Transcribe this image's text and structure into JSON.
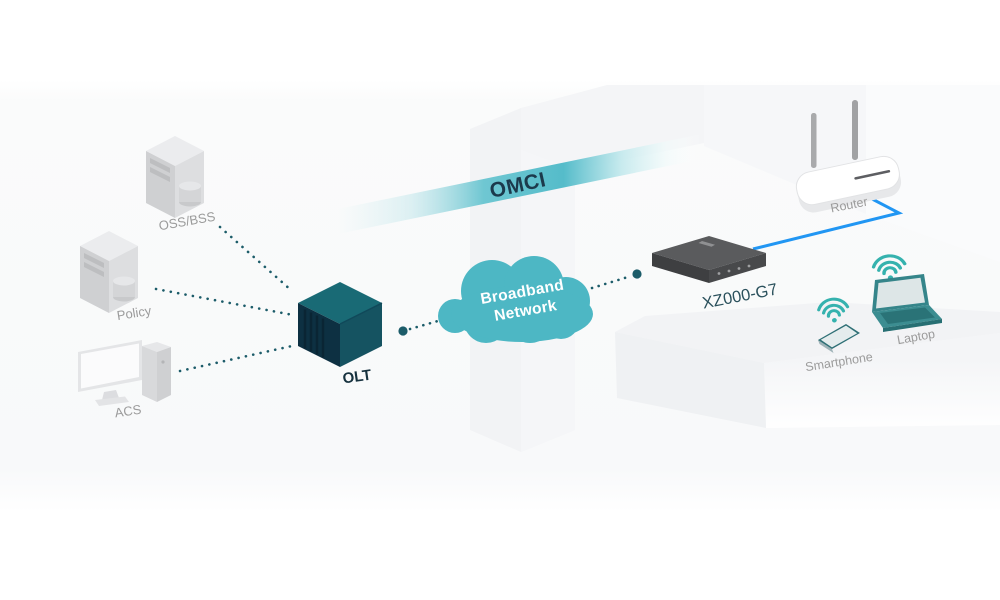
{
  "diagram": {
    "nodes": {
      "oss_bss": {
        "label": "OSS/BSS"
      },
      "policy": {
        "label": "Policy"
      },
      "acs": {
        "label": "ACS"
      },
      "olt": {
        "label": "OLT"
      },
      "broadband_network": {
        "label_line1": "Broadband",
        "label_line2": "Network"
      },
      "ont": {
        "label": "XZ000-G7"
      },
      "router": {
        "label": "Router"
      },
      "smartphone": {
        "label": "Smartphone"
      },
      "laptop": {
        "label": "Laptop"
      }
    },
    "links": {
      "omci_label": "OMCI"
    },
    "colors": {
      "cloud_teal": "#4db7c4",
      "ribbon_teal": "#52bac8",
      "dotted_link": "#1c5c69",
      "ethernet_blue": "#2196f3",
      "gray_label": "#9b9b9b",
      "olt_top": "#196a75",
      "olt_dark": "#0d3042",
      "omci_text": "#1c3a4c",
      "wifi_teal": "#35b2ae"
    }
  }
}
